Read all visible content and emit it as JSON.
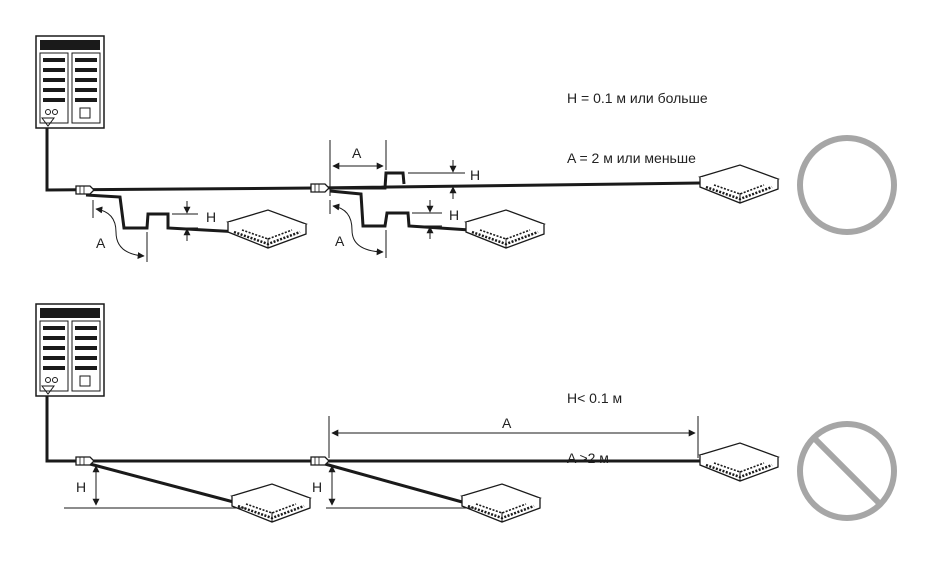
{
  "diagram": {
    "top": {
      "condition_h": "H = 0.1 м или больше",
      "condition_a": "A = 2 м или меньше",
      "label_a": "A",
      "label_h": "H",
      "verdict": "allowed"
    },
    "bottom": {
      "condition_h": "H< 0.1 м",
      "condition_a": "A >2 м",
      "label_a": "A",
      "label_h": "H",
      "verdict": "prohibited"
    },
    "colors": {
      "line": "#1a1a1a",
      "symbol": "#a6a6a6",
      "unit_fill": "#ffffff"
    },
    "icons": [
      "outdoor-unit-icon",
      "cassette-unit-icon",
      "branch-joint-icon",
      "allowed-circle-icon",
      "prohibited-sign-icon"
    ]
  }
}
